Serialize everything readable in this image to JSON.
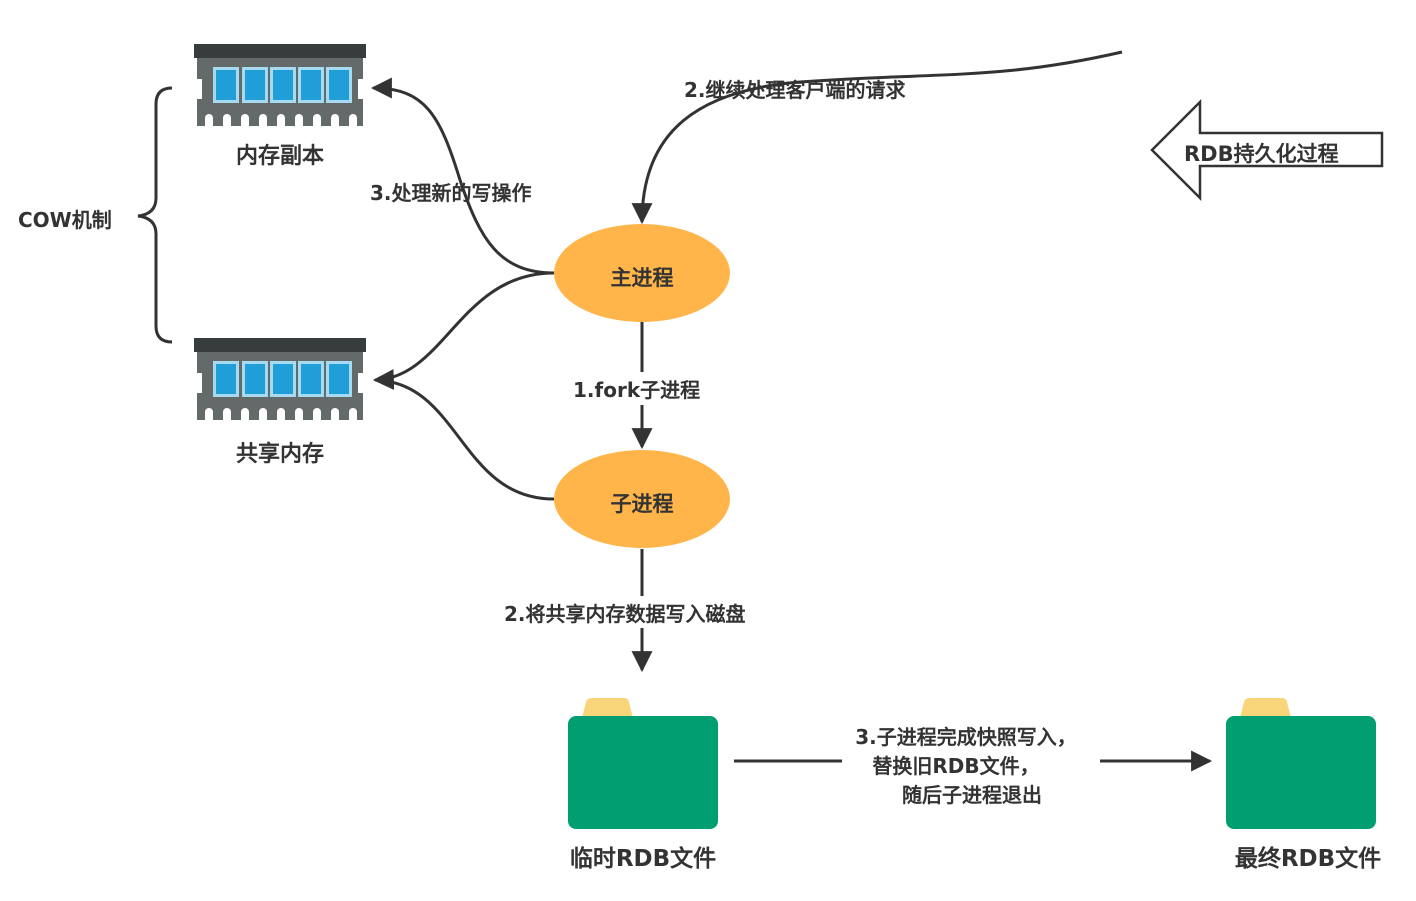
{
  "diagram": {
    "title_arrow": {
      "label": "RDB持久化过程"
    },
    "cow": {
      "label": "COW机制"
    },
    "nodes": {
      "memory_copy": {
        "label": "内存副本"
      },
      "shared_memory": {
        "label": "共享内存"
      },
      "main_process": {
        "label": "主进程"
      },
      "child_process": {
        "label": "子进程"
      },
      "temp_rdb": {
        "label": "临时RDB文件"
      },
      "final_rdb": {
        "label": "最终RDB文件"
      }
    },
    "edges": {
      "continue_requests": {
        "label": "2.继续处理客户端的请求"
      },
      "handle_writes": {
        "label": "3.处理新的写操作"
      },
      "fork": {
        "label": "1.fork子进程"
      },
      "write_disk": {
        "label": "2.将共享内存数据写入磁盘"
      },
      "finish": {
        "lines": [
          "3.子进程完成快照写入，",
          "替换旧RDB文件，",
          "随后子进程退出"
        ]
      }
    },
    "colors": {
      "process_fill": "#FFB54A",
      "folder_fill": "#019E72",
      "folder_tab": "#F8D579",
      "ram_body": "#646A6A",
      "ram_top": "#373C3C",
      "ram_chip": "#1F9ED8",
      "line": "#333333"
    }
  }
}
